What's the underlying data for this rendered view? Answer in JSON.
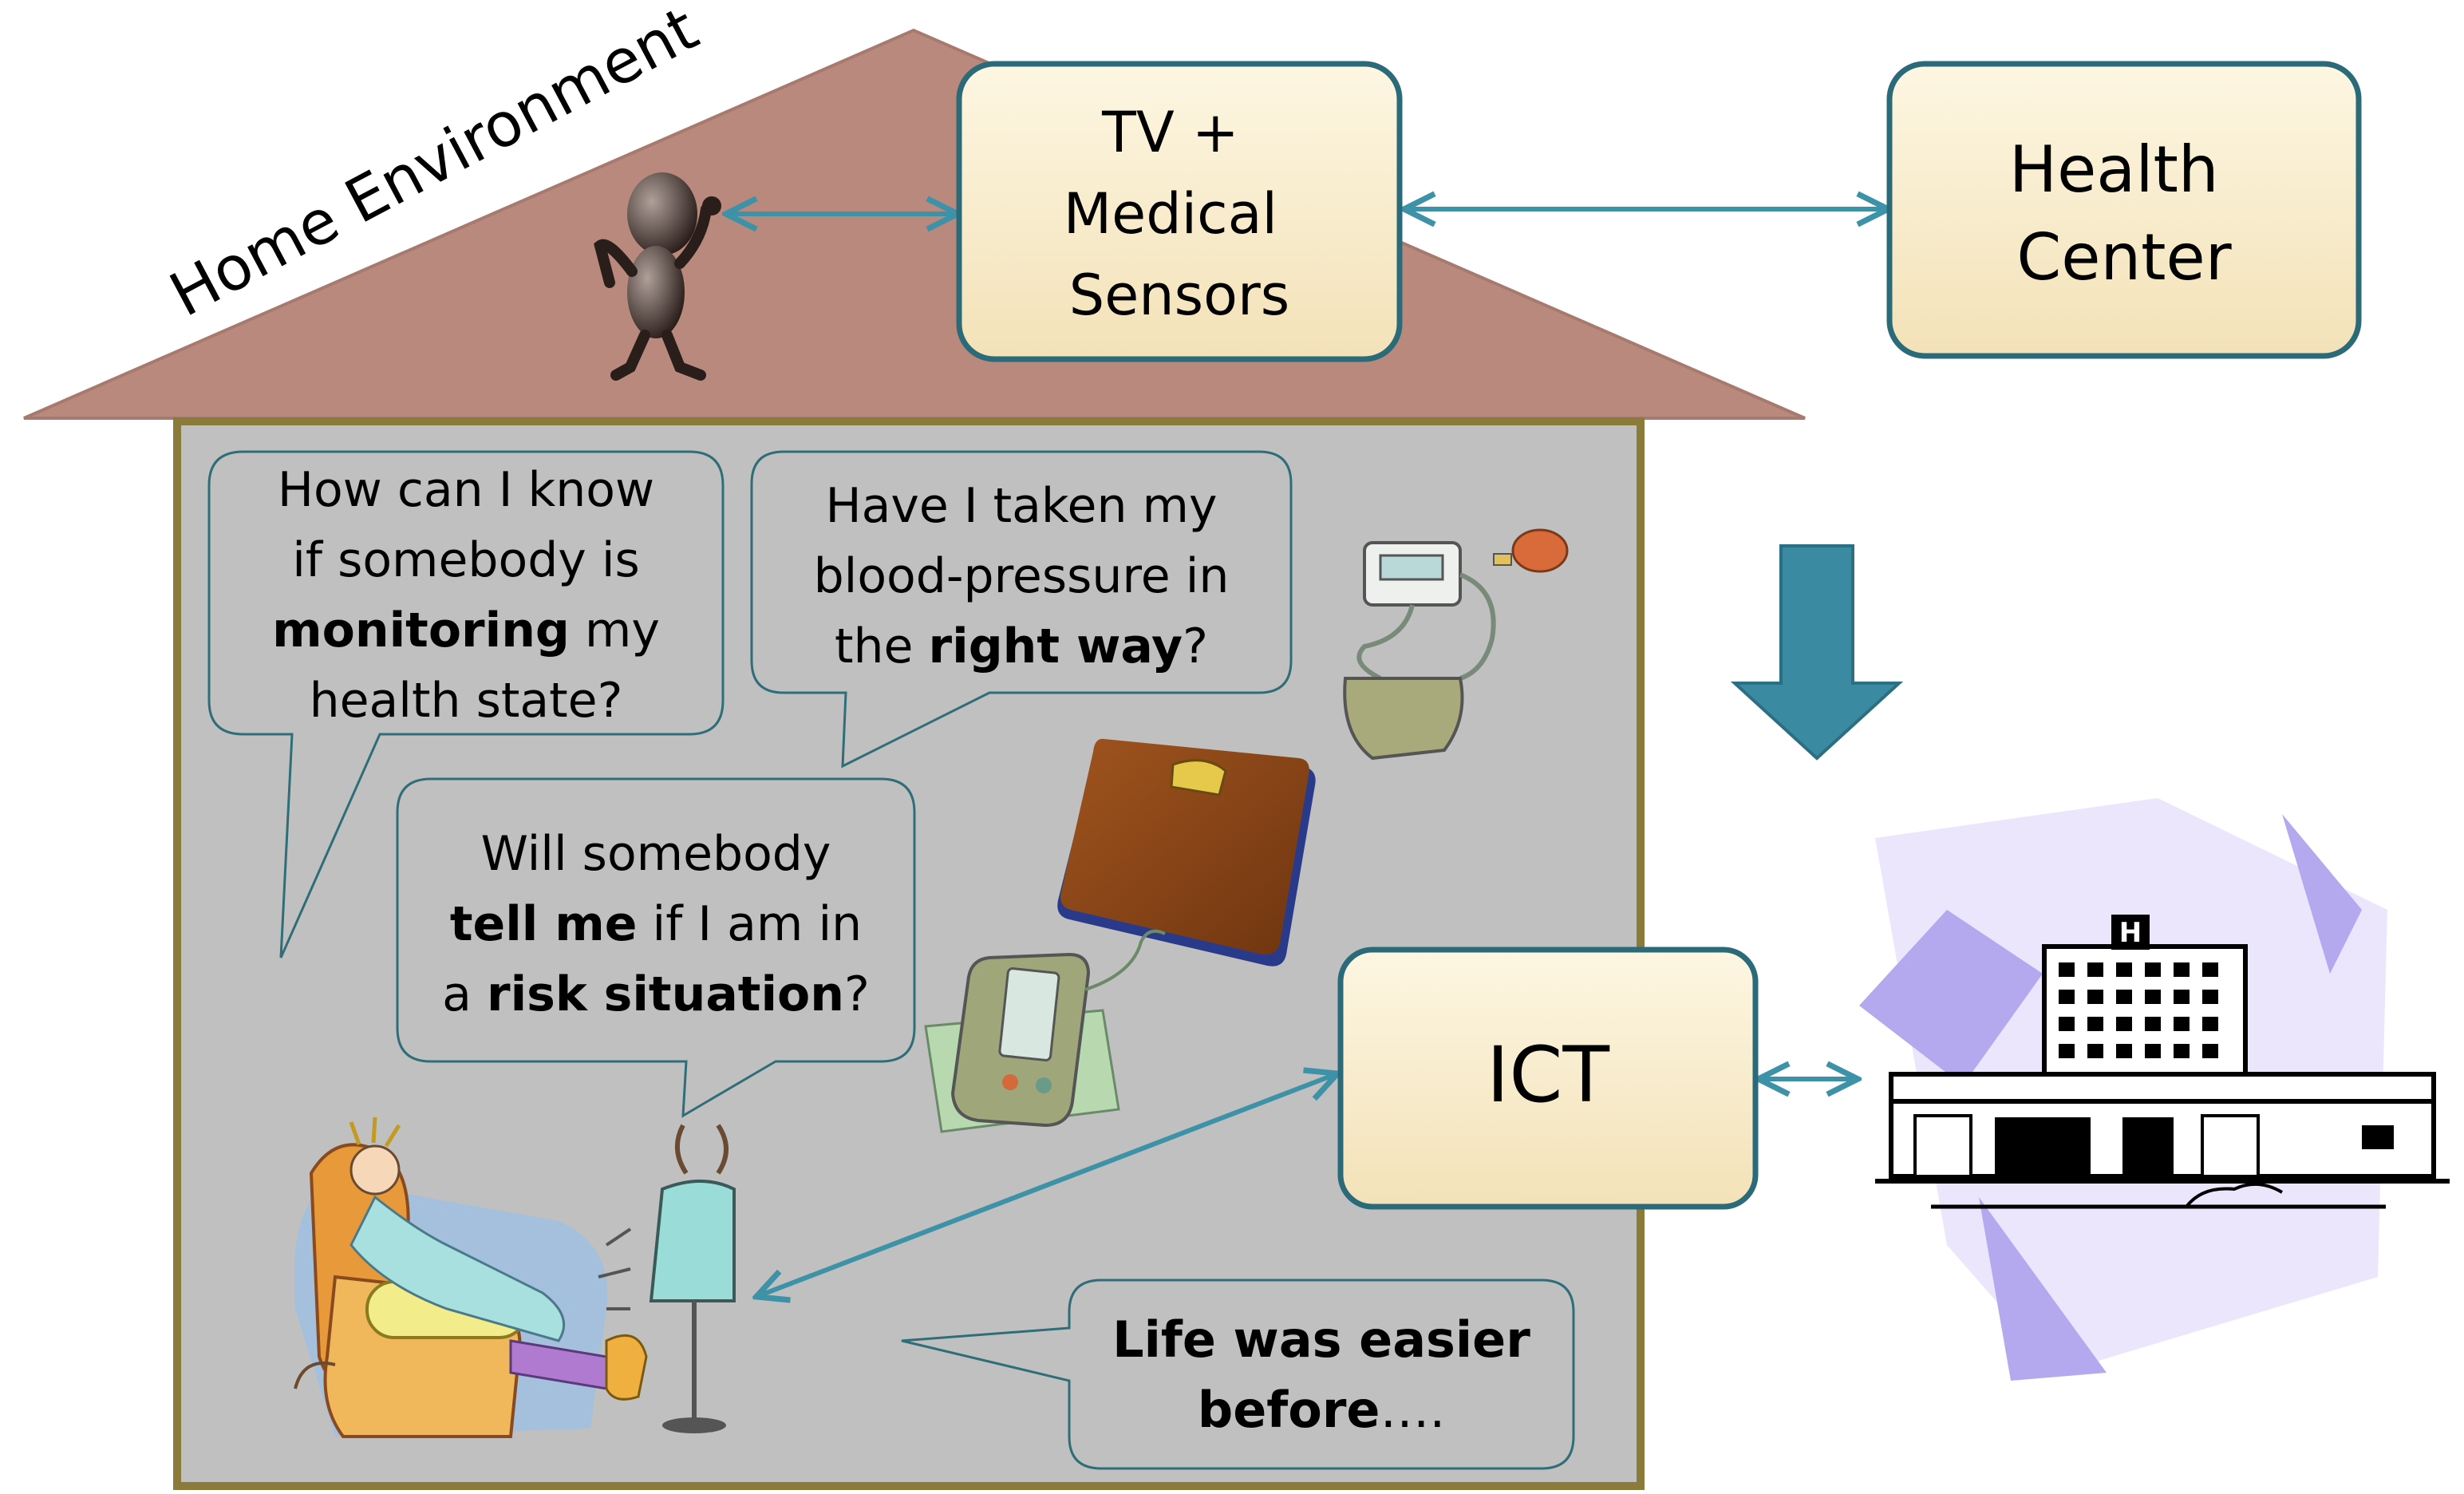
{
  "house": {
    "roof_label": "Home Environment"
  },
  "boxes": {
    "tv_sensors": [
      "TV +",
      "Medical",
      "Sensors"
    ],
    "health_center": [
      "Health",
      "Center"
    ],
    "ict": "ICT"
  },
  "bubbles": {
    "monitoring": [
      [
        {
          "t": "How can I know",
          "b": false
        }
      ],
      [
        {
          "t": "if somebody is",
          "b": false
        }
      ],
      [
        {
          "t": "monitoring",
          "b": true
        },
        {
          "t": " my",
          "b": false
        }
      ],
      [
        {
          "t": "health state?",
          "b": false
        }
      ]
    ],
    "blood_pressure": [
      [
        {
          "t": "Have I taken my",
          "b": false
        }
      ],
      [
        {
          "t": "blood-pressure in",
          "b": false
        }
      ],
      [
        {
          "t": "the ",
          "b": false
        },
        {
          "t": "right way",
          "b": true
        },
        {
          "t": "?",
          "b": false
        }
      ]
    ],
    "risk": [
      [
        {
          "t": "Will somebody",
          "b": false
        }
      ],
      [
        {
          "t": "tell me",
          "b": true
        },
        {
          "t": " if I am in",
          "b": false
        }
      ],
      [
        {
          "t": "a ",
          "b": false
        },
        {
          "t": "risk situation",
          "b": true
        },
        {
          "t": "?",
          "b": false
        }
      ]
    ],
    "life_easier": [
      [
        {
          "t": "Life was easier",
          "b": true
        }
      ],
      [
        {
          "t": "before",
          "b": true
        },
        {
          "t": "….",
          "b": false
        }
      ]
    ]
  },
  "colors": {
    "roof": "#b9897d",
    "house_wall": "#c0c0c0",
    "house_border": "#8b7b3a",
    "box_fill": "#f9eccb",
    "box_border": "#2b6a78",
    "connector": "#3d92a8",
    "down_arrow": "#3a8ba2",
    "bubble_border": "#2f6e78"
  }
}
